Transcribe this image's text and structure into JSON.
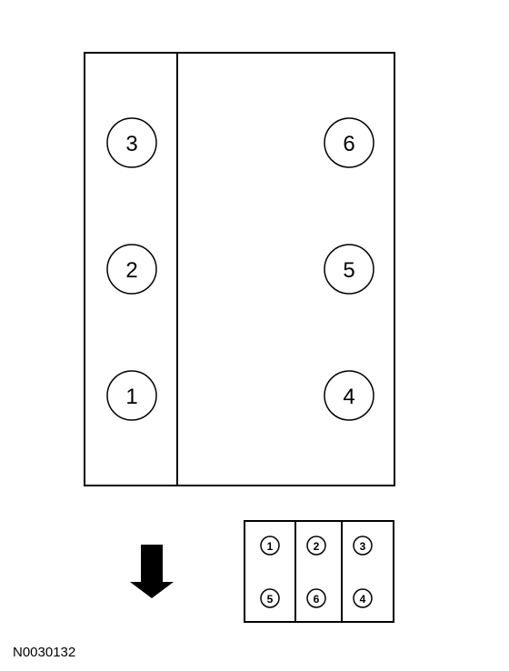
{
  "engine_block": {
    "left_bank": [
      "3",
      "2",
      "1"
    ],
    "right_bank": [
      "6",
      "5",
      "4"
    ]
  },
  "coil_pack": {
    "top_row": [
      "1",
      "2",
      "3"
    ],
    "bottom_row": [
      "5",
      "6",
      "4"
    ]
  },
  "direction_icon": "arrow-down-icon",
  "reference_code": "N0030132"
}
